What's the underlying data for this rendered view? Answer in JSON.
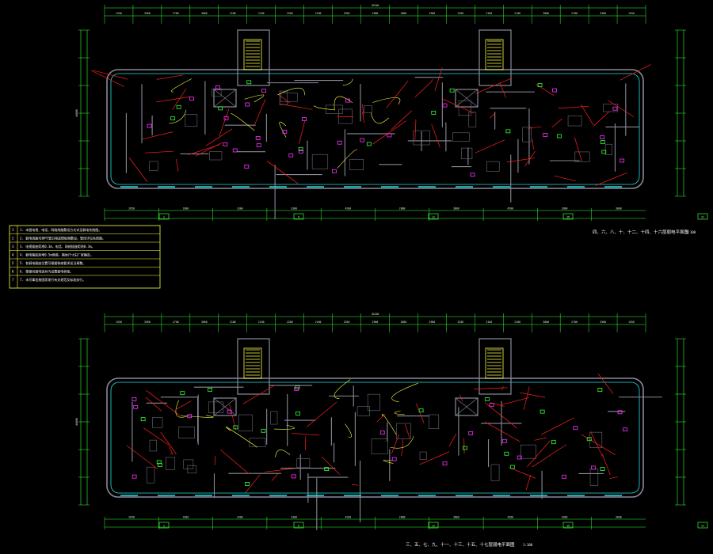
{
  "colors": {
    "background": "#000000",
    "dimension": "#33ff33",
    "wall": "#8a8a9a",
    "window": "#22e0e0",
    "circuit_red": "#ff2020",
    "circuit_yellow": "#ffff40",
    "device_magenta": "#ff30ff",
    "device_green": "#30ff30",
    "text": "#ffffff"
  },
  "plans": [
    {
      "title": "四、六、八、十、十二、十四、十六层弱电平面图",
      "scale": "1:100",
      "total_dim": "45100",
      "left_dim": "44800",
      "top_dims": [
        "1550",
        "3300",
        "2700",
        "3000",
        "2100",
        "2100",
        "2200",
        "2100",
        "2350",
        "2900",
        "2800",
        "2900",
        "2200",
        "2100",
        "2100",
        "3000",
        "2700",
        "3300",
        "1550"
      ],
      "bottom_dims": [
        "2650",
        "3300",
        "3300",
        "3300",
        "4200",
        "2800",
        "3800",
        "4500",
        "3300",
        "3000"
      ],
      "grid_bubbles": [
        "1",
        "5",
        "11",
        "15",
        "21"
      ]
    },
    {
      "title": "三、五、七、九、十一、十三、十五、十七层弱电平面图",
      "scale": "1:100",
      "total_dim": "45100",
      "left_dim": "44800",
      "top_dims": [
        "1550",
        "3300",
        "2700",
        "3000",
        "2100",
        "2100",
        "2200",
        "2100",
        "2350",
        "2900",
        "2800",
        "2900",
        "2200",
        "2100",
        "2100",
        "3000",
        "2700",
        "3300",
        "1550"
      ],
      "bottom_dims": [
        "2650",
        "3300",
        "3300",
        "3300",
        "4200",
        "2800",
        "3800",
        "4500",
        "3300",
        "3000"
      ],
      "grid_bubbles": [
        "1",
        "5",
        "11",
        "15",
        "21"
      ]
    }
  ],
  "notes": [
    "1. 本图电视、电话、网络线路敷设方式详见弱电系统图。",
    "2. 弱电线路均穿PC管沿墙或楼板暗敷设，管径详见系统图。",
    "3. 电视插座距地0.3m，电话、网络插座距地0.3m。",
    "4. 弱电箱底距地0.5m暗装，箱体尺寸由厂家确定。",
    "5. 各弱电插座位置可根据装修要求适当调整。",
    "6. 楼梯间弱电竖井内设置弱电桥架。",
    "7. 未尽事宜按国家现行有关规范及标准执行。"
  ]
}
